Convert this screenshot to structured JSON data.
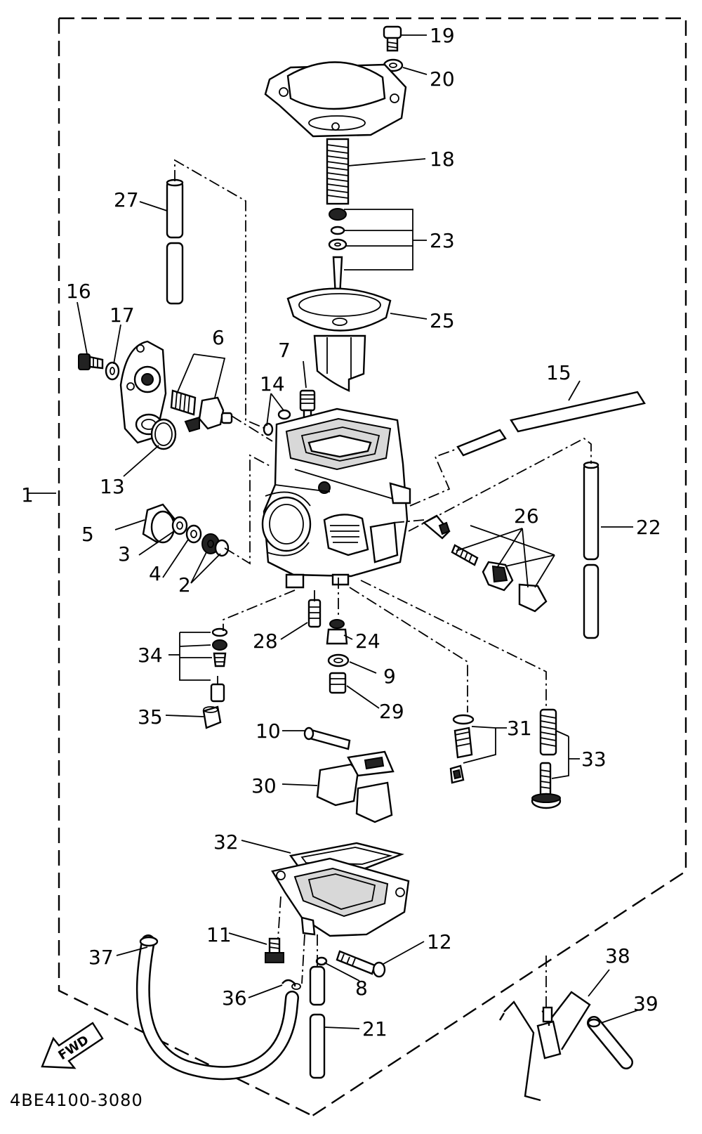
{
  "drawing_code": "4BE4100-3080",
  "fwd_label": "FWD",
  "callouts": {
    "c1": "1",
    "c2": "2",
    "c3": "3",
    "c4": "4",
    "c5": "5",
    "c6": "6",
    "c7": "7",
    "c8": "8",
    "c9": "9",
    "c10": "10",
    "c11": "11",
    "c12": "12",
    "c13": "13",
    "c14": "14",
    "c15": "15",
    "c16": "16",
    "c17": "17",
    "c18": "18",
    "c19": "19",
    "c20": "20",
    "c21": "21",
    "c22": "22",
    "c23": "23",
    "c24": "24",
    "c25": "25",
    "c26": "26",
    "c27": "27",
    "c28": "28",
    "c29": "29",
    "c30": "30",
    "c31": "31",
    "c32": "32",
    "c33": "33",
    "c34": "34",
    "c35": "35",
    "c36": "36",
    "c37": "37",
    "c38": "38",
    "c39": "39"
  }
}
